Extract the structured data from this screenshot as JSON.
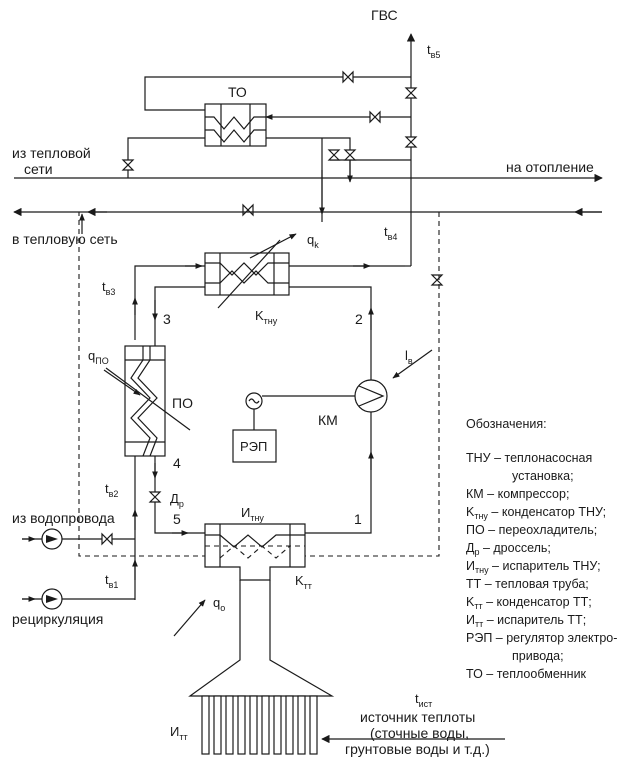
{
  "labels": {
    "gvs": "ГВС",
    "to_label": "ТО",
    "from_heat_net_1": "из тепловой",
    "from_heat_net_2": "сети",
    "to_heating": "на отопление",
    "to_heat_net": "в тепловую сеть",
    "from_water_supply": "из водопровода",
    "recirculation": "рециркуляция",
    "ko": "ПО",
    "km": "КМ",
    "rep": "РЭП",
    "source_1": "источник теплоты",
    "source_2": "(сточные воды,",
    "source_3": "грунтовые воды и т.д.)"
  },
  "symbols": {
    "t": "t",
    "tv5_sub": "в5",
    "tv4_sub": "в4",
    "tv3_sub": "в3",
    "tv2_sub": "в2",
    "tv1_sub": "в1",
    "tist_sub": "ист",
    "q": "q",
    "qk_sub": "k",
    "qpo_sub": "ПО",
    "qo_sub": "о",
    "k": "K",
    "ktnu_sub": "тну",
    "ktt_sub": "тт",
    "i": "И",
    "itnu_sub": "тну",
    "itt_sub": "тт",
    "l": "l",
    "lv_sub": "в",
    "d": "Д",
    "dr_sub": "р"
  },
  "points": [
    "1",
    "2",
    "3",
    "4",
    "5"
  ],
  "legend": {
    "title": "Обозначения:",
    "l1": "ТНУ – теплонасосная",
    "l2": "установка;",
    "l3": "КМ – компрессор;",
    "l4_pre": "K",
    "l4_sub": "тну",
    "l4_post": " – конденсатор ТНУ;",
    "l5": "ПО – переохладитель;",
    "l6_pre": "Д",
    "l6_sub": "р",
    "l6_post": " – дроссель;",
    "l7_pre": "И",
    "l7_sub": "тну",
    "l7_post": " – испаритель ТНУ;",
    "l8": "ТТ – тепловая труба;",
    "l9_pre": "K",
    "l9_sub": "тт",
    "l9_post": " – конденсатор ТТ;",
    "l10_pre": "И",
    "l10_sub": "тт",
    "l10_post": " – испаритель ТТ;",
    "l11": "РЭП – регулятор электро-",
    "l12": "привода;",
    "l13": "ТО – теплообменник"
  }
}
